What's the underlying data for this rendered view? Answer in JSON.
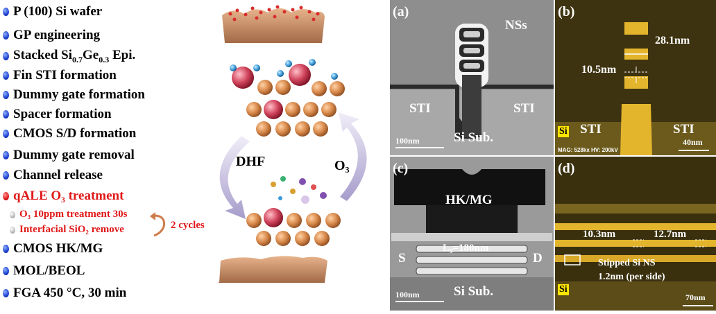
{
  "flow": {
    "steps": [
      "P (100) Si wafer",
      "GP engineering",
      "Fin STI formation",
      "Dummy gate formation",
      "Spacer formation",
      "CMOS S/D formation",
      "Dummy gate removal",
      "Channel release",
      "qALE O₃ treatment",
      "CMOS HK/MG",
      "MOL/BEOL",
      "FGA 450 °C, 30 min"
    ],
    "stacked": {
      "prefix": "Stacked Si",
      "sub1": "0.7",
      "mid": "Ge",
      "sub2": "0.3",
      "suffix": " Epi."
    },
    "sub_steps": [
      "O₃ 10ppm treatment 30s",
      "Interfacial SiO₂ remove"
    ],
    "cycles": "2 cycles"
  },
  "schematic": {
    "left_label": "DHF",
    "right_label": "O₃"
  },
  "panels": {
    "a": {
      "label": "(a)",
      "nss": "NSs",
      "sti_left": "STI",
      "sti_right": "STI",
      "sub": "Si Sub.",
      "scale": "100nm"
    },
    "b": {
      "label": "(b)",
      "dim1": "28.1nm",
      "dim2": "10.5nm",
      "sti_left": "STI",
      "sti_right": "STI",
      "si": "Si",
      "mag": "MAG: 528kx  HV: 200kV",
      "scale": "40nm"
    },
    "c": {
      "label": "(c)",
      "hkmg": "HK/MG",
      "lg": "L₉=180nm",
      "s": "S",
      "d": "D",
      "sub": "Si Sub.",
      "scale": "100nm"
    },
    "d": {
      "label": "(d)",
      "dim1": "10.3nm",
      "dim2": "12.7nm",
      "note1": "Stipped Si NS",
      "note2": "1.2nm (per side)",
      "si": "Si",
      "scale": "70nm"
    }
  },
  "colors": {
    "blue_dot": "#1b3fcf",
    "red": "#e01818",
    "eds_gold": "#c9a227",
    "tem_gray": "#9a9a9a"
  }
}
